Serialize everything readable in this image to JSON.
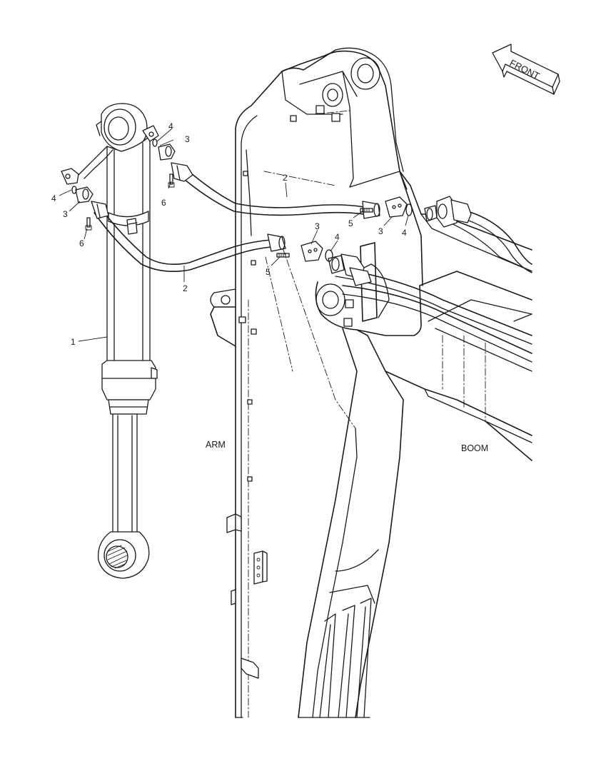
{
  "labels": {
    "arm": "ARM",
    "boom": "BOOM",
    "front": "FRONT"
  },
  "callouts": [
    {
      "id": "cylinder",
      "number": "1"
    },
    {
      "id": "hose-upper",
      "number": "2"
    },
    {
      "id": "hose-lower",
      "number": "2"
    },
    {
      "id": "flange-half-top",
      "number": "3"
    },
    {
      "id": "flange-half-left",
      "number": "3"
    },
    {
      "id": "flange-half-mid",
      "number": "3"
    },
    {
      "id": "flange-half-right",
      "number": "3"
    },
    {
      "id": "oring-top",
      "number": "4"
    },
    {
      "id": "oring-left",
      "number": "4"
    },
    {
      "id": "oring-mid",
      "number": "4"
    },
    {
      "id": "oring-right",
      "number": "4"
    },
    {
      "id": "bolt-mid",
      "number": "5"
    },
    {
      "id": "bolt-right",
      "number": "5"
    },
    {
      "id": "bolt-top",
      "number": "6"
    },
    {
      "id": "bolt-left",
      "number": "6"
    }
  ]
}
